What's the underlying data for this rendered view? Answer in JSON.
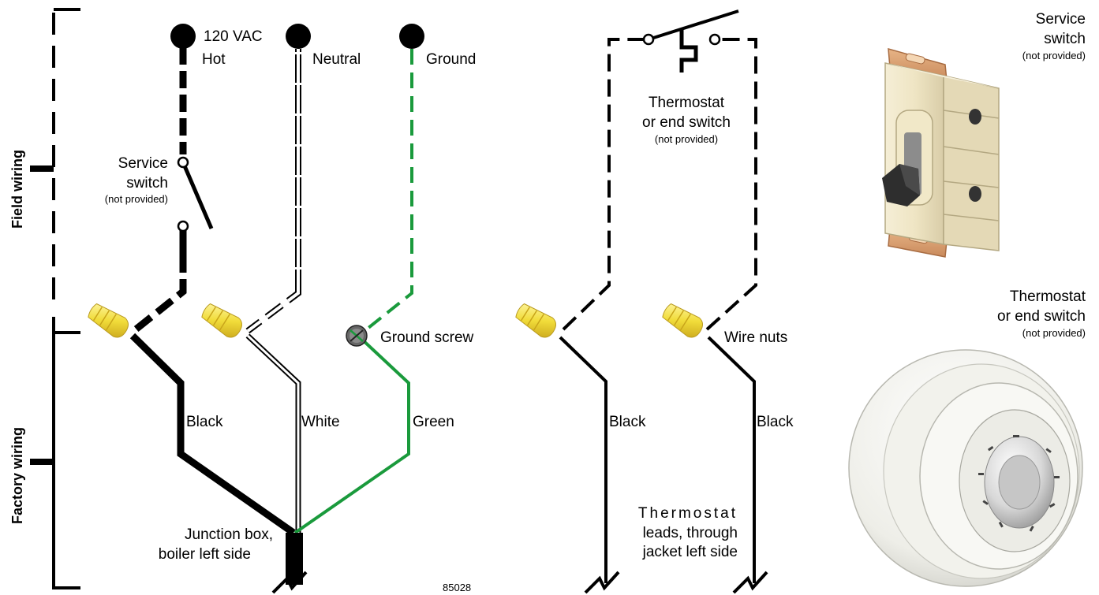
{
  "sections": {
    "field_wiring": "Field wiring",
    "factory_wiring": "Factory wiring"
  },
  "power": {
    "hot_line1": "120 VAC",
    "hot_line2": "Hot",
    "neutral": "Neutral",
    "ground": "Ground"
  },
  "service_switch": {
    "line1": "Service",
    "line2": "switch",
    "note": "(not provided)"
  },
  "thermostat_switch": {
    "line1": "Thermostat",
    "line2": "or end switch",
    "note": "(not provided)"
  },
  "wires": {
    "black": "Black",
    "white": "White",
    "green": "Green",
    "black_t1": "Black",
    "black_t2": "Black"
  },
  "connectors": {
    "ground_screw": "Ground screw",
    "wire_nuts": "Wire nuts"
  },
  "junction_box": {
    "line1": "Junction box,",
    "line2": "boiler left side"
  },
  "thermostat_leads": {
    "line1": "Thermostat",
    "line2": "leads, through",
    "line3": "jacket left side"
  },
  "figure_number": "85028",
  "pictures": {
    "service_switch": {
      "line1": "Service",
      "line2": "switch",
      "note": "(not provided)"
    },
    "thermostat": {
      "line1": "Thermostat",
      "line2": "or end switch",
      "note": "(not provided)"
    }
  },
  "colors": {
    "ground_wire": "#1a9a3c",
    "wire_nut": "#f2e24a",
    "switch_body": "#efe6c6",
    "switch_strap": "#d9a070",
    "thermostat_body": "#f4f4f0"
  }
}
